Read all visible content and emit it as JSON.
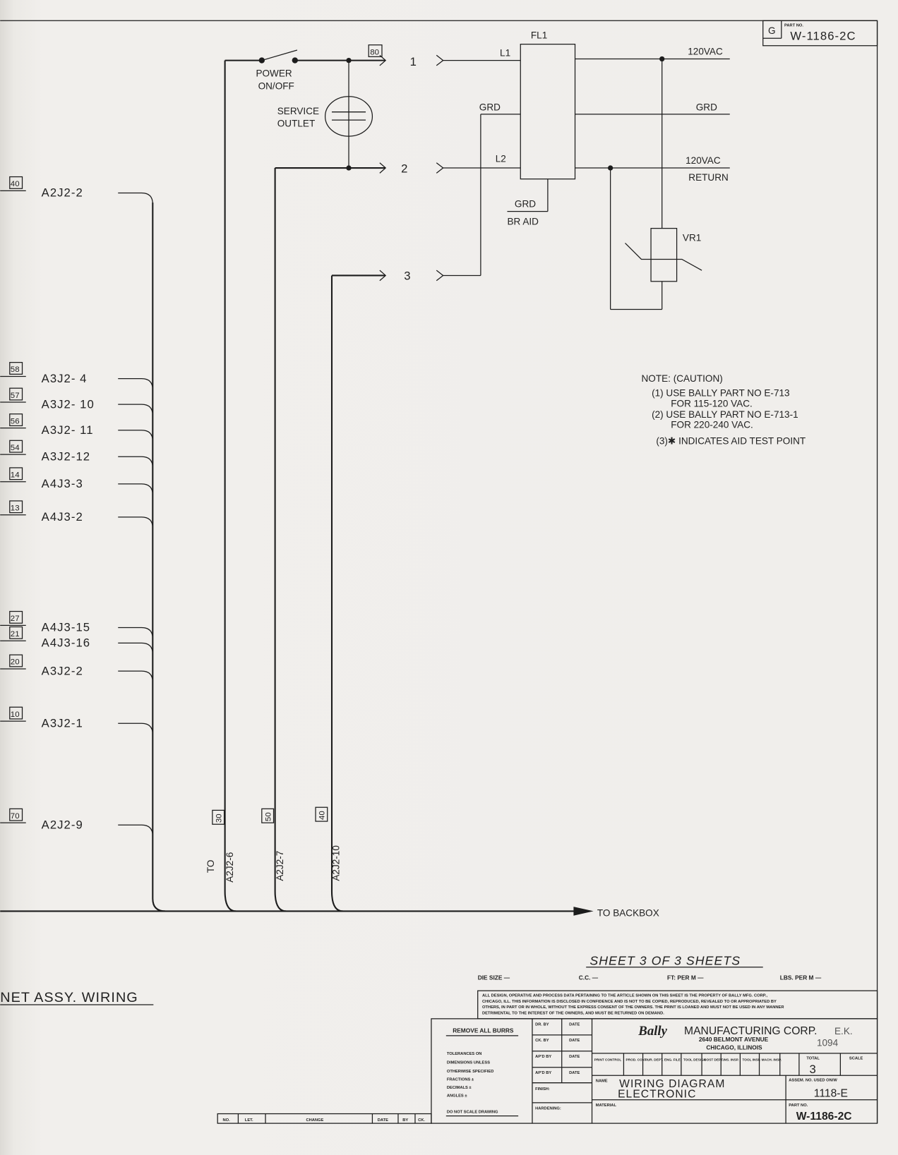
{
  "part_block": {
    "rev": "G",
    "label": "PART NO.",
    "value": "W-1186-2C"
  },
  "schematic": {
    "switch": {
      "line1": "POWER",
      "line2": "ON/OFF"
    },
    "outlet": {
      "line1": "SERVICE",
      "line2": "OUTLET"
    },
    "wire_tag_80": "80",
    "pins": [
      "1",
      "2",
      "3"
    ],
    "filter": {
      "name": "FL1",
      "l1": "L1",
      "l2": "L2",
      "grd": "GRD"
    },
    "outputs": {
      "vac": "120VAC",
      "grd": "GRD",
      "ret1": "120VAC",
      "ret2": "RETURN"
    },
    "braid": {
      "line1": "GRD",
      "line2": "BR AID"
    },
    "varistor": "VR1",
    "to_backbox": "TO BACKBOX"
  },
  "left_connections": [
    {
      "tag": "40",
      "label": "A2J2-2"
    },
    {
      "tag": "58",
      "label": "A3J2- 4"
    },
    {
      "tag": "57",
      "label": "A3J2- 10"
    },
    {
      "tag": "56",
      "label": "A3J2- 11"
    },
    {
      "tag": "54",
      "label": "A3J2-12"
    },
    {
      "tag": "14",
      "label": "A4J3-3"
    },
    {
      "tag": "13",
      "label": "A4J3-2"
    },
    {
      "tag": "27",
      "label": "A4J3-15"
    },
    {
      "tag": "21",
      "label": "A4J3-16"
    },
    {
      "tag": "20",
      "label": "A3J2-2"
    },
    {
      "tag": "10",
      "label": "A3J2-1"
    },
    {
      "tag": "70",
      "label": "A2J2-9"
    }
  ],
  "bottom_connections": {
    "to": "TO",
    "items": [
      {
        "tag": "30",
        "label": "A2J2-6"
      },
      {
        "tag": "50",
        "label": "A2J2-7"
      },
      {
        "tag": "40",
        "label": "A2J2-10"
      }
    ]
  },
  "notes": {
    "title": "NOTE: (CAUTION)",
    "n1a": "(1) USE BALLY PART NO E-713",
    "n1b": "FOR 115-120 VAC.",
    "n2a": "(2) USE BALLY PART NO E-713-1",
    "n2b": "FOR 220-240 VAC.",
    "n3": "(3)✱ INDICATES AID TEST POINT"
  },
  "sheet": "SHEET 3 OF 3 SHEETS",
  "drawing_title_partial": "NET ASSY. WIRING",
  "title_block": {
    "die_size": "DIE SIZE —",
    "cc": "C.C. —",
    "ft": "FT: PER M —",
    "lbs": "LBS. PER M —",
    "disclaimer1": "ALL DESIGN, OPERATIVE AND PROCESS DATA PERTAINING TO THE ARTICLE SHOWN ON THIS SHEET IS THE PROPERTY OF BALLY MFG. CORP.,",
    "disclaimer2": "CHICAGO, ILL. THIS INFORMATION IS DISCLOSED IN CONFIDENCE AND IS NOT TO BE COPIED, REPRODUCED, REVEALED TO OR APPROPRIATED BY",
    "disclaimer3": "OTHERS, IN PART OR IN WHOLE, WITHOUT THE EXPRESS CONSENT OF THE OWNERS. THE PRINT IS LOANED AND MUST NOT BE USED IN ANY MANNER",
    "disclaimer4": "DETRIMENTAL TO THE INTEREST OF THE OWNERS, AND MUST BE RETURNED ON DEMAND.",
    "remove_burrs": "REMOVE ALL BURRS",
    "tol1": "TOLERANCES ON",
    "tol2": "DIMENSIONS UNLESS",
    "tol3": "OTHERWISE SPECIFIED",
    "tol4": "FRACTIONS ±",
    "tol5": "DECIMALS ±",
    "tol6": "ANGLES ±",
    "no_scale": "DO NOT SCALE DRAWING",
    "dr_by": "DR. BY",
    "ck_by": "CK. BY",
    "apd_by": "AP'D BY",
    "apd_by2": "AP'D BY",
    "date": "DATE",
    "finish": "FINISH:",
    "hardening": "HARDENING:",
    "company": "MANUFACTURING CORP.",
    "brand": "Bally",
    "address1": "2640 BELMONT AVENUE",
    "address2": "CHICAGO, ILLINOIS",
    "initials": "E.K.",
    "code": "1094",
    "print_control": [
      "PRINT CONTROL",
      "PROD. CONT.",
      "PUR. DEPT.",
      "ENG. FILE",
      "TOOL DESIGN",
      "COST DEPT.",
      "INS. INSP.",
      "TOOL INSP.",
      "MACH. INSP."
    ],
    "total_label": "TOTAL",
    "total": "3",
    "scale_label": "SCALE",
    "name_label": "NAME",
    "name1": "WIRING DIAGRAM",
    "name2": "ELECTRONIC",
    "assem_label": "ASSEM. NO. USED ON/W",
    "assem": "1118-E",
    "material_label": "MATERIAL",
    "part_label": "PART NO.",
    "part": "W-1186-2C"
  },
  "revision": {
    "no": "NO.",
    "let": "LET.",
    "change": "CHANGE",
    "date": "DATE",
    "by": "BY",
    "ck": "CK."
  }
}
